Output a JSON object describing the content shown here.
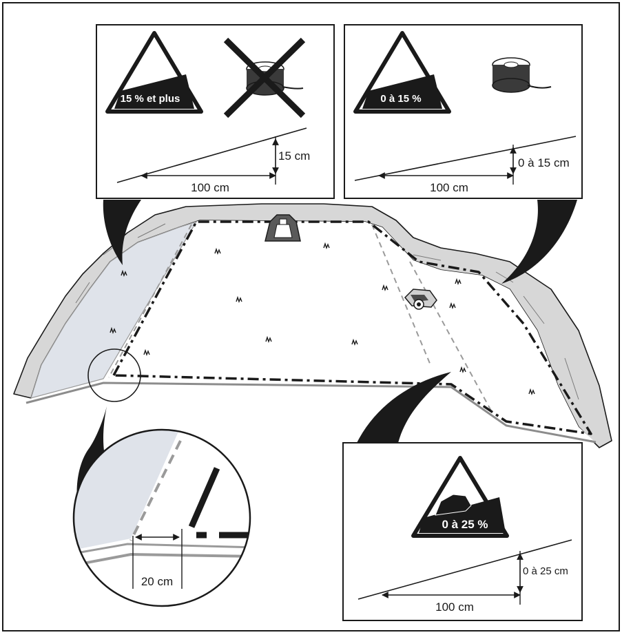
{
  "panels": {
    "steep": {
      "badge": "15 % et plus",
      "vertical_label": "15 cm",
      "horizontal_label": "100 cm"
    },
    "moderate": {
      "badge": "0 à 15 %",
      "vertical_label": "0 à 15 cm",
      "horizontal_label": "100 cm"
    },
    "boundary_slope": {
      "badge": "0 à 25 %",
      "vertical_label": "0 à 25 cm",
      "horizontal_label": "100 cm"
    }
  },
  "detail": {
    "distance_label": "20 cm"
  },
  "colors": {
    "line": "#1a1a1a",
    "shaded_area": "#dfe3ea",
    "rock": "#d7d7d7",
    "edge_gray": "#8c8c8c"
  }
}
